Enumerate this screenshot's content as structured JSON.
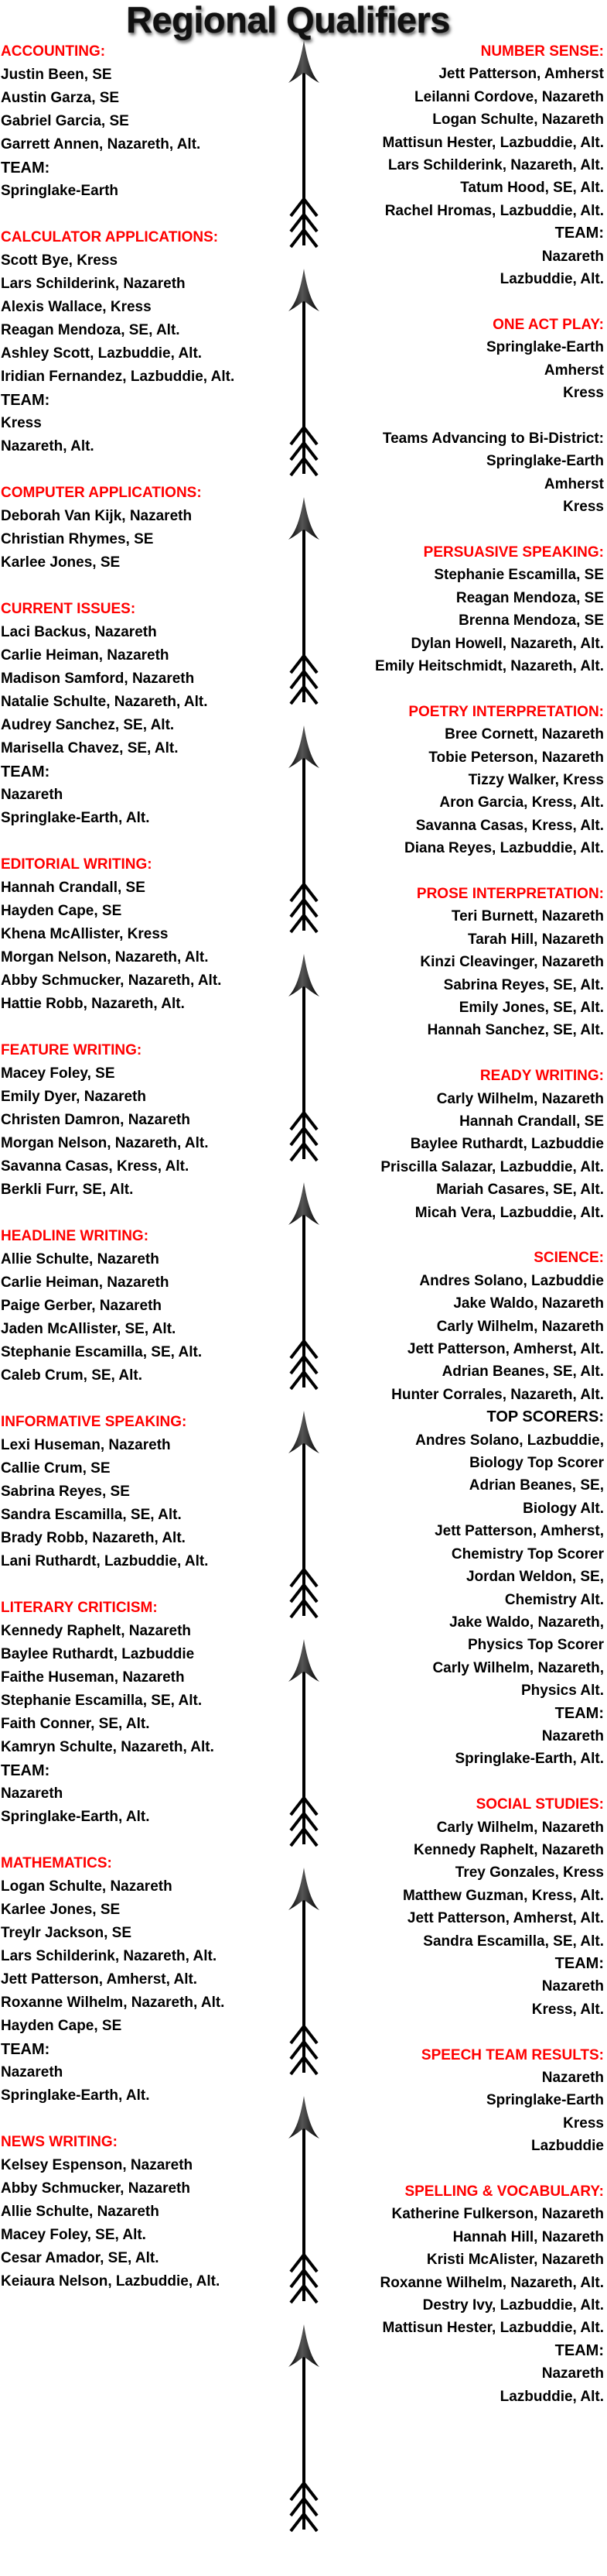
{
  "title": "Regional Qualifiers",
  "colors": {
    "heading": "#ff0000",
    "text": "#000000"
  },
  "left_sections": [
    {
      "heading": "ACCOUNTING:",
      "lines": [
        {
          "text": "Justin Been, SE"
        },
        {
          "text": "Austin Garza, SE"
        },
        {
          "text": "Gabriel Garcia, SE"
        },
        {
          "text": "Garrett Annen, Nazareth, Alt."
        },
        {
          "text": "TEAM:",
          "sub": true
        },
        {
          "text": "Springlake-Earth"
        }
      ]
    },
    {
      "heading": "CALCULATOR APPLICATIONS:",
      "lines": [
        {
          "text": "Scott Bye, Kress"
        },
        {
          "text": "Lars Schilderink, Nazareth"
        },
        {
          "text": "Alexis Wallace, Kress"
        },
        {
          "text": "Reagan Mendoza, SE, Alt."
        },
        {
          "text": "Ashley Scott, Lazbuddie, Alt."
        },
        {
          "text": "Iridian Fernandez, Lazbuddie, Alt."
        },
        {
          "text": "TEAM:",
          "sub": true
        },
        {
          "text": "Kress"
        },
        {
          "text": "Nazareth, Alt."
        }
      ]
    },
    {
      "heading": "COMPUTER APPLICATIONS:",
      "lines": [
        {
          "text": "Deborah Van Kijk, Nazareth"
        },
        {
          "text": "Christian Rhymes, SE"
        },
        {
          "text": "Karlee Jones, SE"
        }
      ]
    },
    {
      "heading": "CURRENT ISSUES:",
      "lines": [
        {
          "text": "Laci Backus, Nazareth"
        },
        {
          "text": "Carlie Heiman, Nazareth"
        },
        {
          "text": "Madison Samford, Nazareth"
        },
        {
          "text": "Natalie Schulte, Nazareth, Alt."
        },
        {
          "text": "Audrey Sanchez, SE, Alt."
        },
        {
          "text": "Marisella Chavez, SE, Alt."
        },
        {
          "text": "TEAM:",
          "sub": true
        },
        {
          "text": "Nazareth"
        },
        {
          "text": "Springlake-Earth, Alt."
        }
      ]
    },
    {
      "heading": "EDITORIAL WRITING:",
      "lines": [
        {
          "text": "Hannah Crandall, SE"
        },
        {
          "text": "Hayden Cape, SE"
        },
        {
          "text": "Khena McAllister, Kress"
        },
        {
          "text": "Morgan Nelson, Nazareth, Alt."
        },
        {
          "text": "Abby Schmucker, Nazareth, Alt."
        },
        {
          "text": "Hattie Robb, Nazareth, Alt."
        }
      ]
    },
    {
      "heading": "FEATURE WRITING:",
      "lines": [
        {
          "text": "Macey Foley, SE"
        },
        {
          "text": "Emily Dyer, Nazareth"
        },
        {
          "text": "Christen Damron, Nazareth"
        },
        {
          "text": "Morgan Nelson, Nazareth, Alt."
        },
        {
          "text": "Savanna Casas, Kress, Alt."
        },
        {
          "text": "Berkli Furr, SE, Alt."
        }
      ]
    },
    {
      "heading": "HEADLINE WRITING:",
      "lines": [
        {
          "text": "Allie Schulte, Nazareth"
        },
        {
          "text": "Carlie Heiman, Nazareth"
        },
        {
          "text": "Paige Gerber, Nazareth"
        },
        {
          "text": "Jaden McAllister, SE, Alt."
        },
        {
          "text": "Stephanie Escamilla, SE, Alt."
        },
        {
          "text": "Caleb Crum, SE, Alt."
        }
      ]
    },
    {
      "heading": "INFORMATIVE SPEAKING:",
      "lines": [
        {
          "text": "Lexi Huseman, Nazareth"
        },
        {
          "text": "Callie Crum, SE"
        },
        {
          "text": "Sabrina Reyes, SE"
        },
        {
          "text": "Sandra Escamilla, SE, Alt."
        },
        {
          "text": "Brady Robb, Nazareth, Alt."
        },
        {
          "text": "Lani Ruthardt, Lazbuddie, Alt."
        }
      ]
    },
    {
      "heading": "LITERARY CRITICISM:",
      "lines": [
        {
          "text": "Kennedy Raphelt, Nazareth"
        },
        {
          "text": "Baylee Ruthardt, Lazbuddie"
        },
        {
          "text": "Faithe Huseman, Nazareth"
        },
        {
          "text": "Stephanie Escamilla, SE, Alt."
        },
        {
          "text": "Faith Conner, SE, Alt."
        },
        {
          "text": "Kamryn Schulte, Nazareth, Alt."
        },
        {
          "text": "TEAM:",
          "sub": true
        },
        {
          "text": "Nazareth"
        },
        {
          "text": "Springlake-Earth, Alt."
        }
      ]
    },
    {
      "heading": "MATHEMATICS:",
      "lines": [
        {
          "text": "Logan Schulte, Nazareth"
        },
        {
          "text": "Karlee Jones, SE"
        },
        {
          "text": "Treylr Jackson, SE"
        },
        {
          "text": "Lars Schilderink, Nazareth, Alt."
        },
        {
          "text": "Jett Patterson, Amherst, Alt."
        },
        {
          "text": "Roxanne Wilhelm, Nazareth, Alt."
        },
        {
          "text": "Hayden Cape, SE"
        },
        {
          "text": "TEAM:",
          "sub": true
        },
        {
          "text": "Nazareth"
        },
        {
          "text": "Springlake-Earth, Alt."
        }
      ]
    },
    {
      "heading": "NEWS WRITING:",
      "lines": [
        {
          "text": "Kelsey Espenson, Nazareth"
        },
        {
          "text": "Abby Schmucker, Nazareth"
        },
        {
          "text": "Allie Schulte, Nazareth"
        },
        {
          "text": "Macey Foley, SE, Alt."
        },
        {
          "text": "Cesar Amador, SE, Alt."
        },
        {
          "text": "Keiaura Nelson, Lazbuddie, Alt."
        }
      ]
    }
  ],
  "right_sections": [
    {
      "heading": "NUMBER SENSE:",
      "lines": [
        {
          "text": "Jett Patterson, Amherst"
        },
        {
          "text": "Leilanni Cordove, Nazareth"
        },
        {
          "text": "Logan Schulte, Nazareth"
        },
        {
          "text": "Mattisun Hester, Lazbuddie, Alt."
        },
        {
          "text": "Lars Schilderink, Nazareth, Alt."
        },
        {
          "text": "Tatum Hood, SE, Alt."
        },
        {
          "text": "Rachel Hromas, Lazbuddie, Alt."
        },
        {
          "text": "TEAM:",
          "sub": true
        },
        {
          "text": "Nazareth"
        },
        {
          "text": "Lazbuddie, Alt."
        }
      ]
    },
    {
      "heading": "ONE ACT PLAY:",
      "lines": [
        {
          "text": "Springlake-Earth"
        },
        {
          "text": "Amherst"
        },
        {
          "text": "Kress"
        }
      ]
    },
    {
      "heading": "Teams Advancing to Bi-District:",
      "black": true,
      "lines": [
        {
          "text": "Springlake-Earth"
        },
        {
          "text": "Amherst"
        },
        {
          "text": "Kress"
        }
      ]
    },
    {
      "heading": "PERSUASIVE SPEAKING:",
      "lines": [
        {
          "text": "Stephanie Escamilla, SE"
        },
        {
          "text": "Reagan Mendoza, SE"
        },
        {
          "text": "Brenna Mendoza, SE"
        },
        {
          "text": "Dylan Howell, Nazareth, Alt."
        },
        {
          "text": "Emily Heitschmidt, Nazareth, Alt."
        }
      ]
    },
    {
      "heading": "POETRY INTERPRETATION:",
      "lines": [
        {
          "text": "Bree Cornett, Nazareth"
        },
        {
          "text": "Tobie Peterson, Nazareth"
        },
        {
          "text": "Tizzy Walker, Kress"
        },
        {
          "text": "Aron Garcia, Kress, Alt."
        },
        {
          "text": "Savanna Casas, Kress, Alt."
        },
        {
          "text": "Diana Reyes, Lazbuddie, Alt."
        }
      ]
    },
    {
      "heading": "PROSE INTERPRETATION:",
      "lines": [
        {
          "text": "Teri Burnett, Nazareth"
        },
        {
          "text": "Tarah Hill, Nazareth"
        },
        {
          "text": "Kinzi Cleavinger, Nazareth"
        },
        {
          "text": "Sabrina Reyes, SE, Alt."
        },
        {
          "text": "Emily Jones, SE, Alt."
        },
        {
          "text": "Hannah Sanchez, SE, Alt."
        }
      ]
    },
    {
      "heading": "READY WRITING:",
      "lines": [
        {
          "text": "Carly Wilhelm, Nazareth"
        },
        {
          "text": "Hannah Crandall, SE"
        },
        {
          "text": "Baylee Ruthardt, Lazbuddie"
        },
        {
          "text": "Priscilla Salazar, Lazbuddie, Alt."
        },
        {
          "text": "Mariah Casares, SE, Alt."
        },
        {
          "text": "Micah Vera, Lazbuddie, Alt."
        }
      ]
    },
    {
      "heading": "SCIENCE:",
      "lines": [
        {
          "text": "Andres Solano, Lazbuddie"
        },
        {
          "text": "Jake Waldo, Nazareth"
        },
        {
          "text": "Carly Wilhelm, Nazareth"
        },
        {
          "text": "Jett Patterson, Amherst, Alt."
        },
        {
          "text": "Adrian Beanes, SE, Alt."
        },
        {
          "text": "Hunter Corrales, Nazareth, Alt."
        },
        {
          "text": "TOP SCORERS:",
          "sub": true
        },
        {
          "text": "Andres Solano, Lazbuddie,"
        },
        {
          "text": "Biology Top Scorer"
        },
        {
          "text": "Adrian Beanes, SE,"
        },
        {
          "text": "Biology Alt."
        },
        {
          "text": "Jett Patterson, Amherst,"
        },
        {
          "text": "Chemistry Top Scorer"
        },
        {
          "text": "Jordan Weldon, SE,"
        },
        {
          "text": "Chemistry Alt."
        },
        {
          "text": "Jake Waldo, Nazareth,"
        },
        {
          "text": "Physics Top Scorer"
        },
        {
          "text": "Carly Wilhelm, Nazareth,"
        },
        {
          "text": "Physics Alt."
        },
        {
          "text": "TEAM:",
          "sub": true
        },
        {
          "text": "Nazareth"
        },
        {
          "text": "Springlake-Earth, Alt."
        }
      ]
    },
    {
      "heading": "SOCIAL STUDIES:",
      "lines": [
        {
          "text": "Carly Wilhelm, Nazareth"
        },
        {
          "text": "Kennedy Raphelt, Nazareth"
        },
        {
          "text": "Trey Gonzales, Kress"
        },
        {
          "text": "Matthew Guzman, Kress, Alt."
        },
        {
          "text": "Jett Patterson, Amherst, Alt."
        },
        {
          "text": "Sandra Escamilla, SE, Alt."
        },
        {
          "text": "TEAM:",
          "sub": true
        },
        {
          "text": "Nazareth"
        },
        {
          "text": "Kress, Alt."
        }
      ]
    },
    {
      "heading": "SPEECH TEAM RESULTS:",
      "lines": [
        {
          "text": "Nazareth"
        },
        {
          "text": "Springlake-Earth"
        },
        {
          "text": "Kress"
        },
        {
          "text": "Lazbuddie"
        }
      ]
    },
    {
      "heading": "SPELLING & VOCABULARY:",
      "lines": [
        {
          "text": "Katherine Fulkerson, Nazareth"
        },
        {
          "text": "Hannah Hill, Nazareth"
        },
        {
          "text": "Kristi McAlister, Nazareth"
        },
        {
          "text": "Roxanne Wilhelm, Nazareth, Alt."
        },
        {
          "text": "Destry Ivy, Lazbuddie, Alt."
        },
        {
          "text": "Mattisun Hester, Lazbuddie, Alt."
        },
        {
          "text": "TEAM:",
          "sub": true
        },
        {
          "text": "Nazareth"
        },
        {
          "text": "Lazbuddie, Alt."
        }
      ]
    }
  ]
}
